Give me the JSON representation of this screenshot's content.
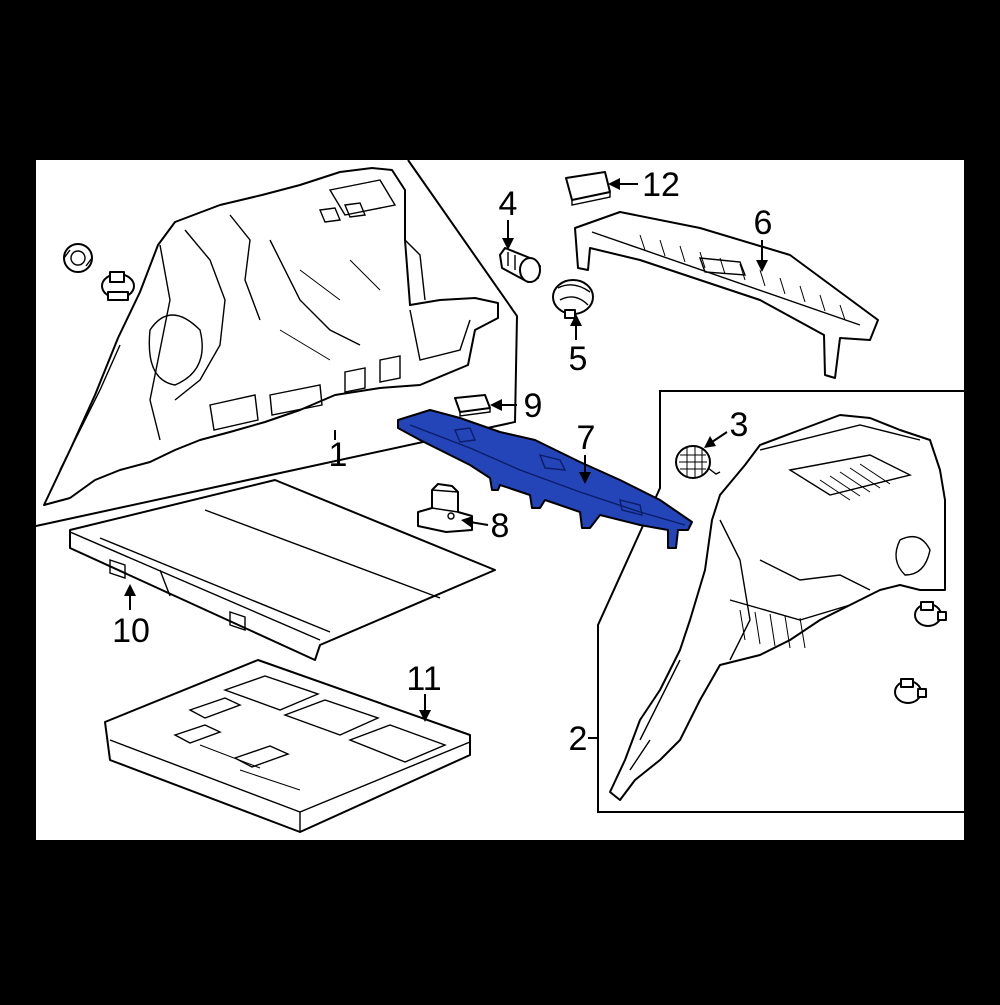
{
  "diagram": {
    "background_color": "#000000",
    "panel_color": "#ffffff",
    "highlight_color": "#2345b8",
    "highlighted_part": "7",
    "callouts": [
      {
        "id": "c1",
        "label": "1"
      },
      {
        "id": "c2",
        "label": "2"
      },
      {
        "id": "c3",
        "label": "3"
      },
      {
        "id": "c4",
        "label": "4"
      },
      {
        "id": "c5",
        "label": "5"
      },
      {
        "id": "c6",
        "label": "6"
      },
      {
        "id": "c7",
        "label": "7"
      },
      {
        "id": "c8",
        "label": "8"
      },
      {
        "id": "c9",
        "label": "9"
      },
      {
        "id": "c10",
        "label": "10"
      },
      {
        "id": "c11",
        "label": "11"
      },
      {
        "id": "c12",
        "label": "12"
      }
    ]
  }
}
